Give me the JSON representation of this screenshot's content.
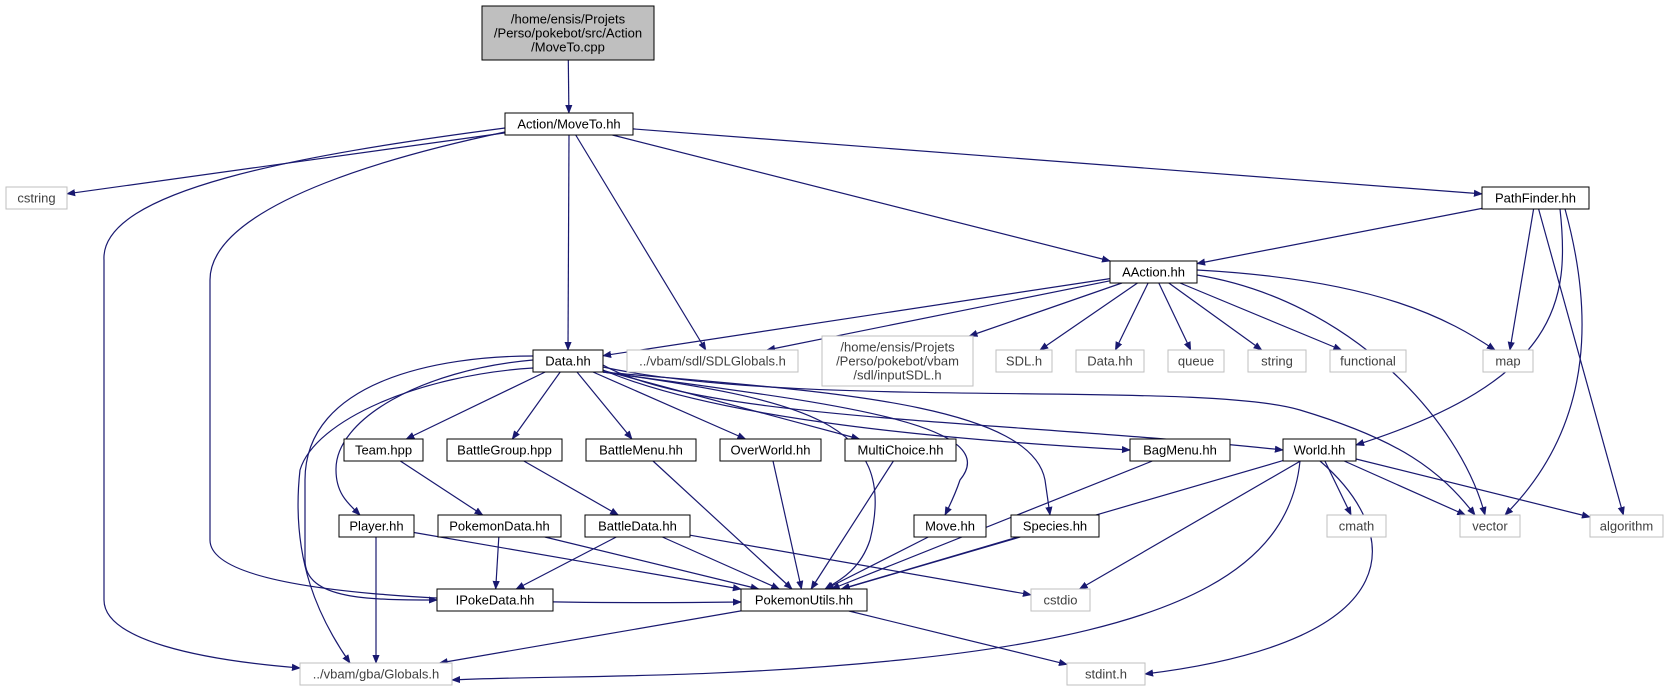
{
  "colors": {
    "edge": "#191970",
    "root_fill": "#bfbfbf",
    "local_border": "#000000",
    "system_border": "#bfbfbf",
    "system_text": "#404040"
  },
  "nodes": [
    {
      "id": "root",
      "kind": "root",
      "lines": [
        "/home/ensis/Projets",
        "/Perso/pokebot/src/Action",
        "/MoveTo.cpp"
      ]
    },
    {
      "id": "moveto_hh",
      "kind": "local",
      "lines": [
        "Action/MoveTo.hh"
      ]
    },
    {
      "id": "cstring",
      "kind": "system",
      "lines": [
        "cstring"
      ]
    },
    {
      "id": "pathfinder",
      "kind": "local",
      "lines": [
        "PathFinder.hh"
      ]
    },
    {
      "id": "aaction",
      "kind": "local",
      "lines": [
        "AAction.hh"
      ]
    },
    {
      "id": "data",
      "kind": "local",
      "lines": [
        "Data.hh"
      ]
    },
    {
      "id": "sdlglobals",
      "kind": "system",
      "lines": [
        "../vbam/sdl/SDLGlobals.h"
      ]
    },
    {
      "id": "inputsdl",
      "kind": "system",
      "lines": [
        "/home/ensis/Projets",
        "/Perso/pokebot/vbam",
        "/sdl/inputSDL.h"
      ]
    },
    {
      "id": "sdl_h",
      "kind": "system",
      "lines": [
        "SDL.h"
      ]
    },
    {
      "id": "data_hh_sys",
      "kind": "system",
      "lines": [
        "Data.hh"
      ]
    },
    {
      "id": "queue",
      "kind": "system",
      "lines": [
        "queue"
      ]
    },
    {
      "id": "string",
      "kind": "system",
      "lines": [
        "string"
      ]
    },
    {
      "id": "functional",
      "kind": "system",
      "lines": [
        "functional"
      ]
    },
    {
      "id": "map",
      "kind": "system",
      "lines": [
        "map"
      ]
    },
    {
      "id": "team",
      "kind": "local",
      "lines": [
        "Team.hpp"
      ]
    },
    {
      "id": "battlegroup",
      "kind": "local",
      "lines": [
        "BattleGroup.hpp"
      ]
    },
    {
      "id": "battlemenu",
      "kind": "local",
      "lines": [
        "BattleMenu.hh"
      ]
    },
    {
      "id": "overworld",
      "kind": "local",
      "lines": [
        "OverWorld.hh"
      ]
    },
    {
      "id": "multichoice",
      "kind": "local",
      "lines": [
        "MultiChoice.hh"
      ]
    },
    {
      "id": "bagmenu",
      "kind": "local",
      "lines": [
        "BagMenu.hh"
      ]
    },
    {
      "id": "world",
      "kind": "local",
      "lines": [
        "World.hh"
      ]
    },
    {
      "id": "player",
      "kind": "local",
      "lines": [
        "Player.hh"
      ]
    },
    {
      "id": "pokemondata",
      "kind": "local",
      "lines": [
        "PokemonData.hh"
      ]
    },
    {
      "id": "battledata",
      "kind": "local",
      "lines": [
        "BattleData.hh"
      ]
    },
    {
      "id": "move",
      "kind": "local",
      "lines": [
        "Move.hh"
      ]
    },
    {
      "id": "species",
      "kind": "local",
      "lines": [
        "Species.hh"
      ]
    },
    {
      "id": "cmath",
      "kind": "system",
      "lines": [
        "cmath"
      ]
    },
    {
      "id": "vector",
      "kind": "system",
      "lines": [
        "vector"
      ]
    },
    {
      "id": "algorithm",
      "kind": "system",
      "lines": [
        "algorithm"
      ]
    },
    {
      "id": "ipokedata",
      "kind": "local",
      "lines": [
        "IPokeData.hh"
      ]
    },
    {
      "id": "pokemonutils",
      "kind": "local",
      "lines": [
        "PokemonUtils.hh"
      ]
    },
    {
      "id": "cstdio",
      "kind": "system",
      "lines": [
        "cstdio"
      ]
    },
    {
      "id": "globals",
      "kind": "system",
      "lines": [
        "../vbam/gba/Globals.h"
      ]
    },
    {
      "id": "stdint",
      "kind": "system",
      "lines": [
        "stdint.h"
      ]
    }
  ],
  "edges": [
    {
      "from": "root",
      "to": "moveto_hh"
    },
    {
      "from": "moveto_hh",
      "to": "cstring"
    },
    {
      "from": "moveto_hh",
      "to": "pathfinder"
    },
    {
      "from": "moveto_hh",
      "to": "aaction"
    },
    {
      "from": "moveto_hh",
      "to": "data"
    },
    {
      "from": "moveto_hh",
      "to": "sdlglobals"
    },
    {
      "from": "moveto_hh",
      "to": "pokemonutils"
    },
    {
      "from": "moveto_hh",
      "to": "globals"
    },
    {
      "from": "pathfinder",
      "to": "aaction"
    },
    {
      "from": "pathfinder",
      "to": "map"
    },
    {
      "from": "pathfinder",
      "to": "world"
    },
    {
      "from": "pathfinder",
      "to": "vector"
    },
    {
      "from": "pathfinder",
      "to": "algorithm"
    },
    {
      "from": "aaction",
      "to": "data"
    },
    {
      "from": "aaction",
      "to": "sdlglobals"
    },
    {
      "from": "aaction",
      "to": "inputsdl"
    },
    {
      "from": "aaction",
      "to": "sdl_h"
    },
    {
      "from": "aaction",
      "to": "data_hh_sys"
    },
    {
      "from": "aaction",
      "to": "queue"
    },
    {
      "from": "aaction",
      "to": "string"
    },
    {
      "from": "aaction",
      "to": "functional"
    },
    {
      "from": "aaction",
      "to": "map"
    },
    {
      "from": "aaction",
      "to": "vector"
    },
    {
      "from": "data",
      "to": "team"
    },
    {
      "from": "data",
      "to": "battlegroup"
    },
    {
      "from": "data",
      "to": "battlemenu"
    },
    {
      "from": "data",
      "to": "overworld"
    },
    {
      "from": "data",
      "to": "multichoice"
    },
    {
      "from": "data",
      "to": "bagmenu"
    },
    {
      "from": "data",
      "to": "world"
    },
    {
      "from": "data",
      "to": "player"
    },
    {
      "from": "data",
      "to": "move"
    },
    {
      "from": "data",
      "to": "species"
    },
    {
      "from": "data",
      "to": "ipokedata"
    },
    {
      "from": "data",
      "to": "pokemonutils"
    },
    {
      "from": "data",
      "to": "globals"
    },
    {
      "from": "data",
      "to": "vector"
    },
    {
      "from": "team",
      "to": "pokemondata"
    },
    {
      "from": "battlegroup",
      "to": "battledata"
    },
    {
      "from": "battlemenu",
      "to": "pokemonutils"
    },
    {
      "from": "overworld",
      "to": "pokemonutils"
    },
    {
      "from": "multichoice",
      "to": "pokemonutils"
    },
    {
      "from": "bagmenu",
      "to": "pokemonutils"
    },
    {
      "from": "world",
      "to": "pokemonutils"
    },
    {
      "from": "world",
      "to": "cmath"
    },
    {
      "from": "world",
      "to": "vector"
    },
    {
      "from": "world",
      "to": "algorithm"
    },
    {
      "from": "world",
      "to": "cstdio"
    },
    {
      "from": "world",
      "to": "globals"
    },
    {
      "from": "world",
      "to": "stdint"
    },
    {
      "from": "player",
      "to": "pokemonutils"
    },
    {
      "from": "player",
      "to": "globals"
    },
    {
      "from": "pokemondata",
      "to": "ipokedata"
    },
    {
      "from": "pokemondata",
      "to": "pokemonutils"
    },
    {
      "from": "battledata",
      "to": "ipokedata"
    },
    {
      "from": "battledata",
      "to": "pokemonutils"
    },
    {
      "from": "battledata",
      "to": "cstdio"
    },
    {
      "from": "move",
      "to": "pokemonutils"
    },
    {
      "from": "species",
      "to": "pokemonutils"
    },
    {
      "from": "pokemonutils",
      "to": "globals"
    },
    {
      "from": "pokemonutils",
      "to": "stdint"
    }
  ]
}
